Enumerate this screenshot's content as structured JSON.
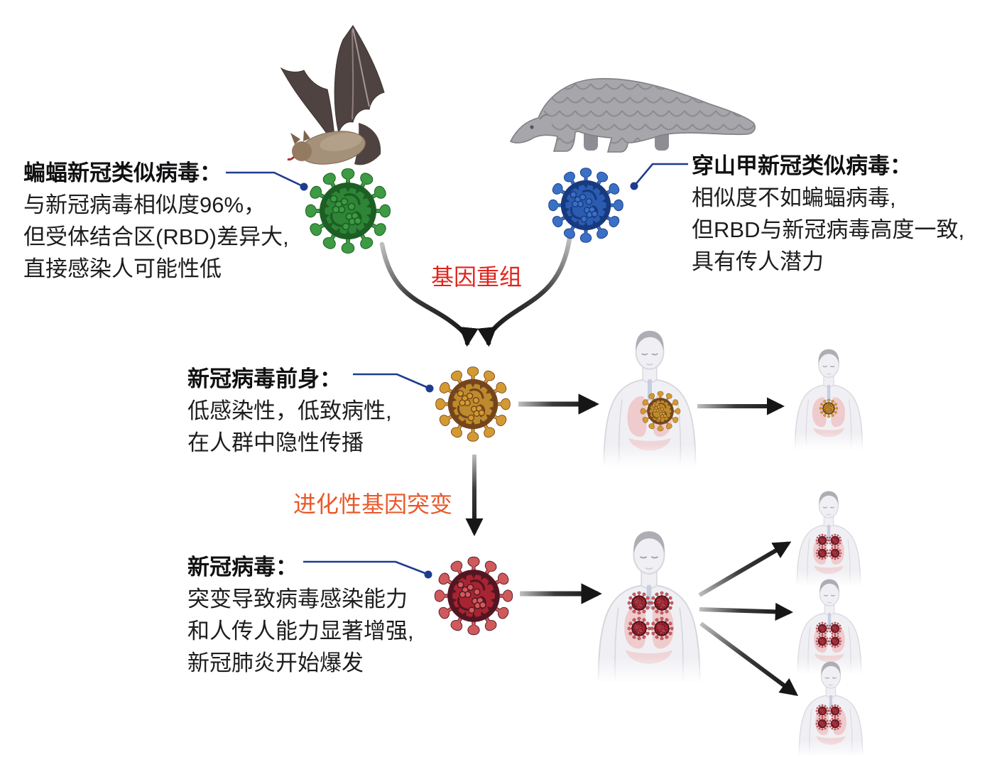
{
  "figure": {
    "annotations": {
      "bat_virus": {
        "title": "蝙蝠新冠类似病毒：",
        "lines": [
          "与新冠病毒相似度96%，",
          "但受体结合区(RBD)差异大,",
          "直接感染人可能性低"
        ]
      },
      "pangolin_virus": {
        "title": "穿山甲新冠类似病毒：",
        "lines": [
          "相似度不如蝙蝠病毒,",
          "但RBD与新冠病毒高度一致,",
          "具有传人潜力"
        ]
      },
      "precursor_virus": {
        "title": "新冠病毒前身：",
        "lines": [
          "低感染性，低致病性,",
          "在人群中隐性传播"
        ]
      },
      "sars_cov_2": {
        "title": "新冠病毒：",
        "lines": [
          "突变导致病毒感染能力",
          "和人传人能力显著增强,",
          "新冠肺炎开始爆发"
        ]
      },
      "process_recombination": "基因重组",
      "process_mutation": "进化性基因突变"
    },
    "colors": {
      "background": "#ffffff",
      "text": "#1d1d1f",
      "recombination_label": "#e0241d",
      "mutation_label": "#e8592a",
      "connector": "#1e3c8f",
      "arrow_dark": "#161616",
      "arrow_light": "#bfbfbf",
      "virus_green": {
        "spike": "#3d9b43",
        "ring": "#1c5e23",
        "body": "#2f8537"
      },
      "virus_blue": {
        "spike": "#3a70c5",
        "ring": "#173a7f",
        "body": "#2b5cb1"
      },
      "virus_gold": {
        "spike": "#d49a32",
        "ring": "#74451c",
        "body": "#bd8b2d"
      },
      "virus_red": {
        "spike": "#d05a5b",
        "ring": "#521622",
        "body": "#a92432"
      },
      "bat_body": "#4e4340",
      "bat_fur": "#a5907a",
      "bat_head": "#937a61",
      "pangolin_body": "#a7a7ab",
      "pangolin_line": "#7f7f85",
      "human_body": "#f0f0f4",
      "human_outline": "#d7d7de",
      "human_hair": "#adadb3",
      "lungs": "#eec6c9",
      "trachea": "#c2cade"
    },
    "icons": {
      "bat": "bat-illustration",
      "pangolin": "pangolin-illustration",
      "green_virus": "bat-coronavirus-icon",
      "blue_virus": "pangolin-coronavirus-icon",
      "gold_virus": "precursor-virus-icon",
      "red_virus": "sars-cov-2-virus-icon",
      "person": "infected-person-icon",
      "arrow": "transmission-arrow"
    }
  }
}
